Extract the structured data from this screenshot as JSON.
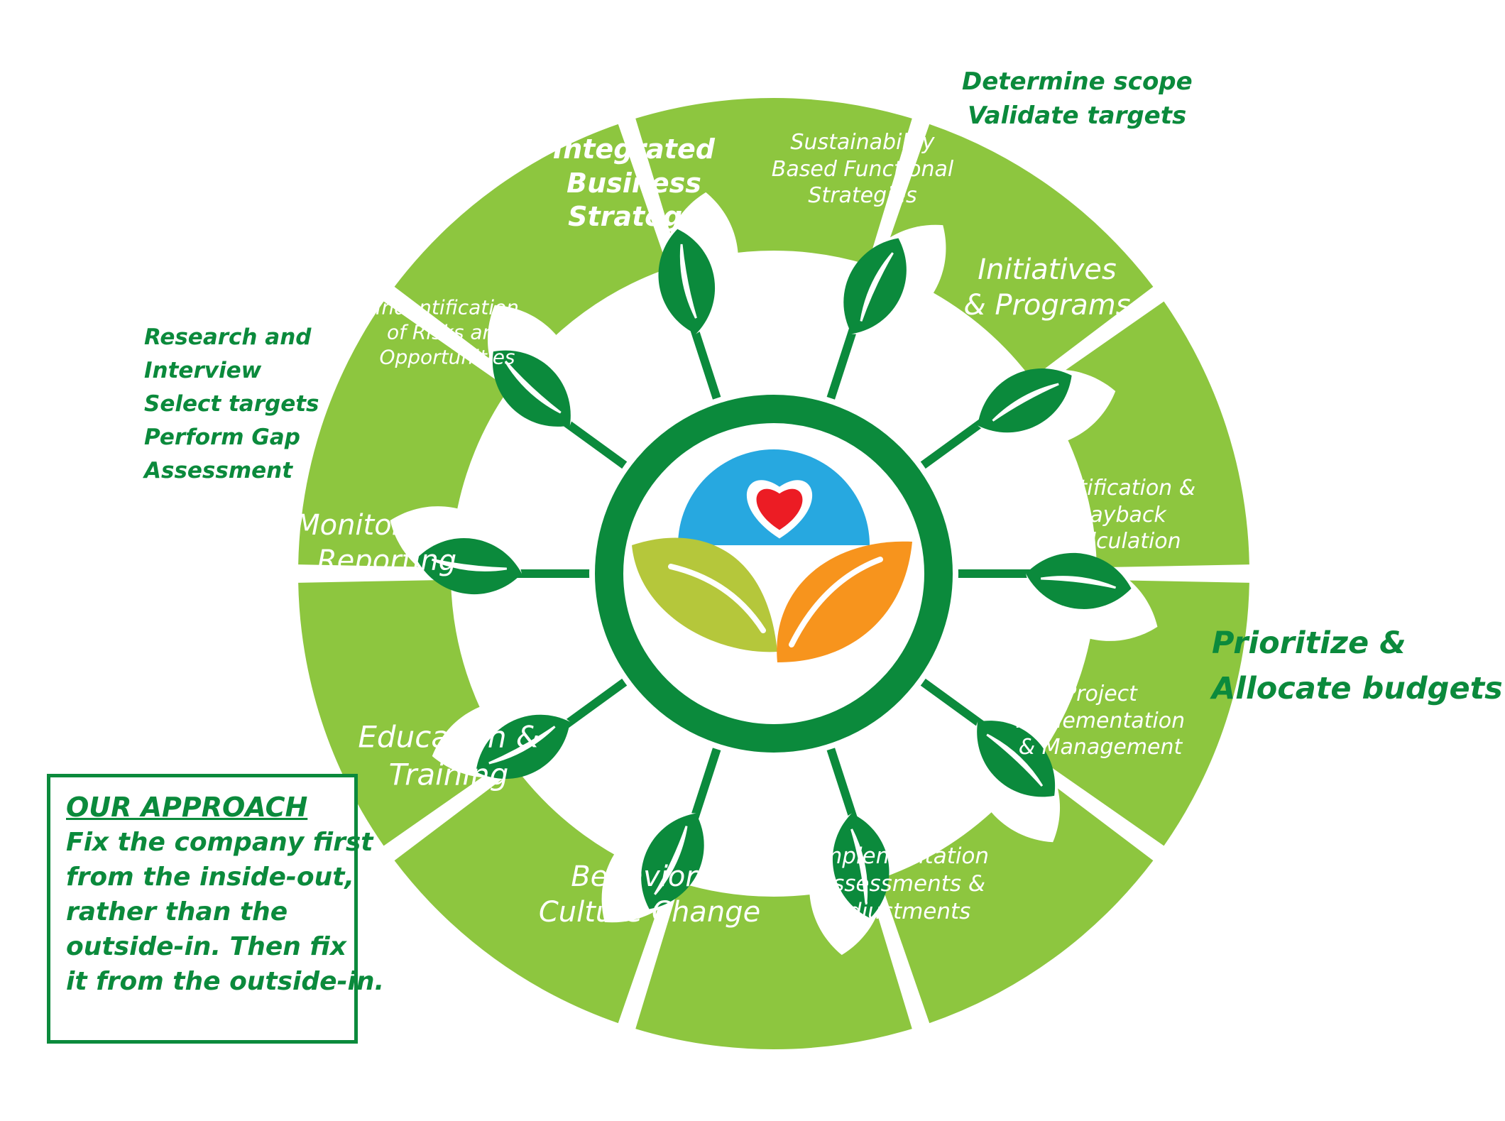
{
  "colors": {
    "ring": "#8dc63f",
    "dark_green": "#0b8a3c",
    "sky": "#27a8e0",
    "heart": "#ec1c24",
    "olive": "#b5c73b",
    "orange": "#f7941d",
    "white": "#ffffff"
  },
  "segments": [
    {
      "id": "integrated-business-strategy",
      "lines": [
        "Integrated",
        "Business",
        "Strategy"
      ]
    },
    {
      "id": "sustainability-functional-strategies",
      "lines": [
        "Sustainability",
        "Based Functional",
        "Strategies"
      ]
    },
    {
      "id": "initiatives-programs",
      "lines": [
        "Initiatives",
        "& Programs"
      ]
    },
    {
      "id": "justification-payback",
      "lines": [
        "Justification &",
        "Payback",
        "Calculation"
      ]
    },
    {
      "id": "project-implementation",
      "lines": [
        "Project",
        "Implementation",
        "& Management"
      ]
    },
    {
      "id": "implementation-assessments",
      "lines": [
        "Implementation",
        "Assessments &",
        "Adjustments"
      ]
    },
    {
      "id": "behavior-culture-change",
      "lines": [
        "Behavior &",
        "Culture Change"
      ]
    },
    {
      "id": "education-training",
      "lines": [
        "Education &",
        "Training"
      ]
    },
    {
      "id": "monitoring-reporting",
      "lines": [
        "Monitoring &",
        "Reporting"
      ]
    },
    {
      "id": "identification-risks",
      "lines": [
        "Indentification",
        "of Risks and",
        "Opportunities"
      ]
    }
  ],
  "notes": {
    "top_right": [
      "Determine scope",
      "Validate targets"
    ],
    "left": [
      "Research and",
      "Interview",
      "Select targets",
      "Perform Gap",
      "Assessment"
    ],
    "right": [
      "Prioritize &",
      "Allocate budgets"
    ]
  },
  "approach": {
    "title": "OUR APPROACH",
    "lines": [
      "Fix the company first",
      "from the inside-out,",
      "rather than the",
      "outside-in. Then fix",
      "it from the outside-in."
    ]
  },
  "leaf_icon": "leaf-icon",
  "center_icon": "heart-sun-leaves-icon"
}
